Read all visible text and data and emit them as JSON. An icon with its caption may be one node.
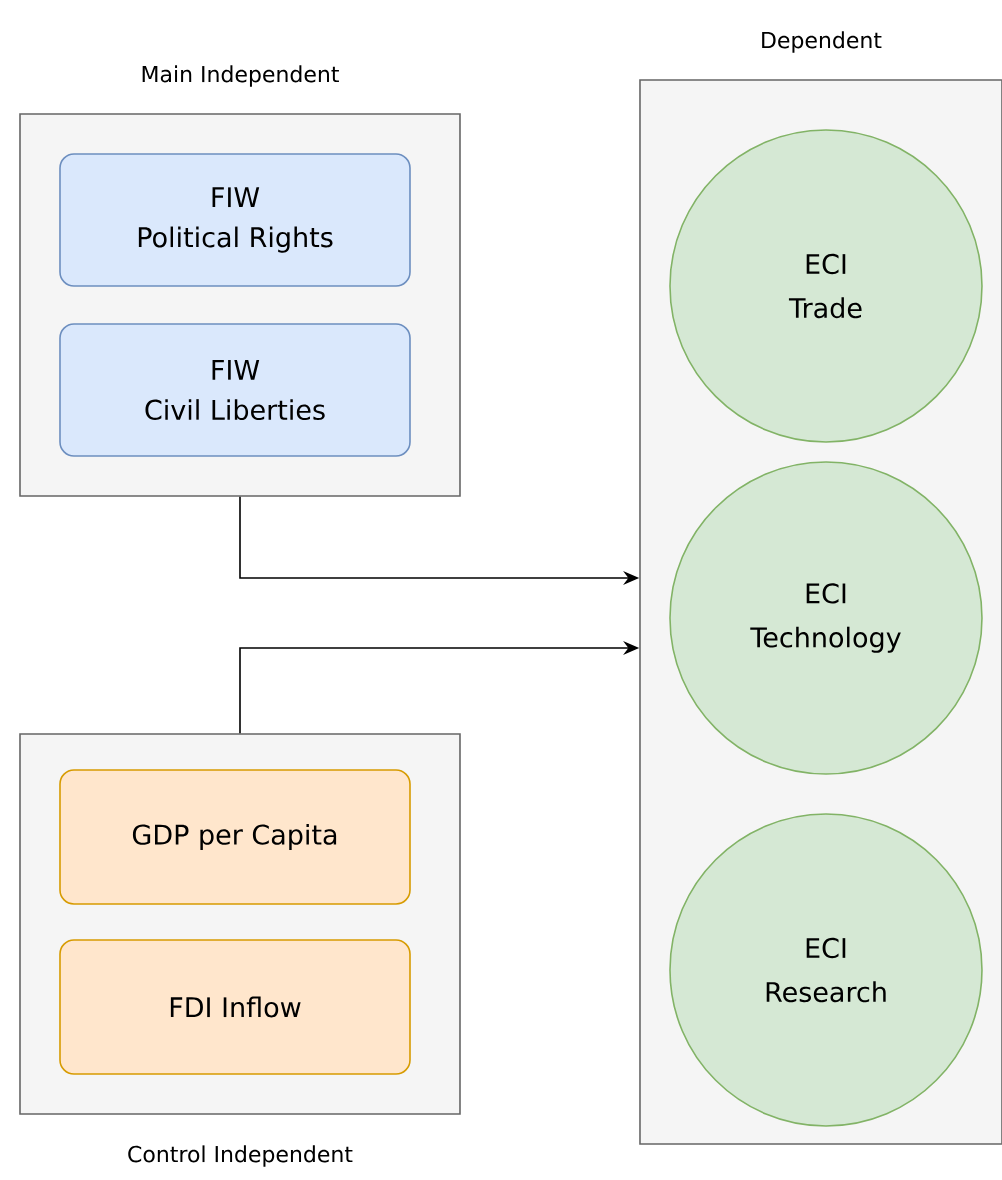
{
  "diagram": {
    "nodes": [
      {
        "text": [
          "Main Independent"
        ]
      },
      {
        "text": [
          "FIW",
          "Political Rights"
        ],
        "in": 0
      },
      {
        "text": [
          "FIW",
          "Civil Liberties"
        ],
        "in": 0
      },
      {
        "text": [
          "Control Independent"
        ]
      },
      {
        "text": [
          "GDP per Capita"
        ],
        "in": 3
      },
      {
        "text": [
          "FDI Inflow"
        ],
        "in": 3
      },
      {
        "text": [
          "Dependent"
        ]
      },
      {
        "text": [
          "ECI",
          "Trade"
        ],
        "in": 6
      },
      {
        "text": [
          "ECI",
          "Technology"
        ],
        "in": 6
      },
      {
        "text": [
          "ECI",
          "Research"
        ],
        "in": 6
      }
    ],
    "edges": [
      {
        "from": 0,
        "to": 6,
        "arrow": "to"
      },
      {
        "from": 3,
        "to": 6,
        "arrow": "to"
      }
    ]
  }
}
